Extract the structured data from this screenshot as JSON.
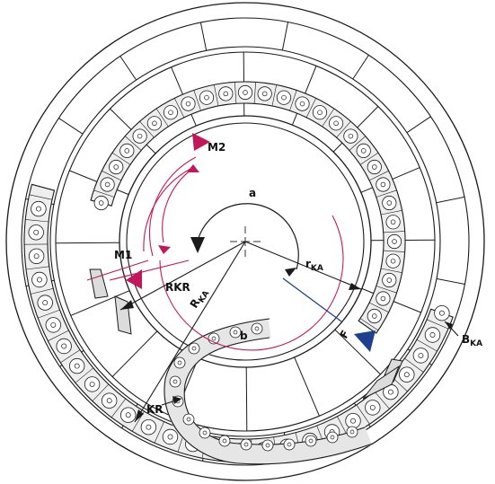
{
  "labels": {
    "m1": "M1",
    "m2": "M2",
    "a": "a",
    "b": "b",
    "rkr": "RKR",
    "rka_main": "R",
    "rka_sub": "KA",
    "r_ka_main": "r",
    "r_ka_sub": "KA",
    "kr": "KR",
    "f": "F",
    "bka_main": "B",
    "bka_sub": "KA"
  },
  "colors": {
    "line": "#1a1a1a",
    "chain_fill": "#eeeeee",
    "accent_red": "#c2185b",
    "accent_blue": "#1f3f8f"
  }
}
